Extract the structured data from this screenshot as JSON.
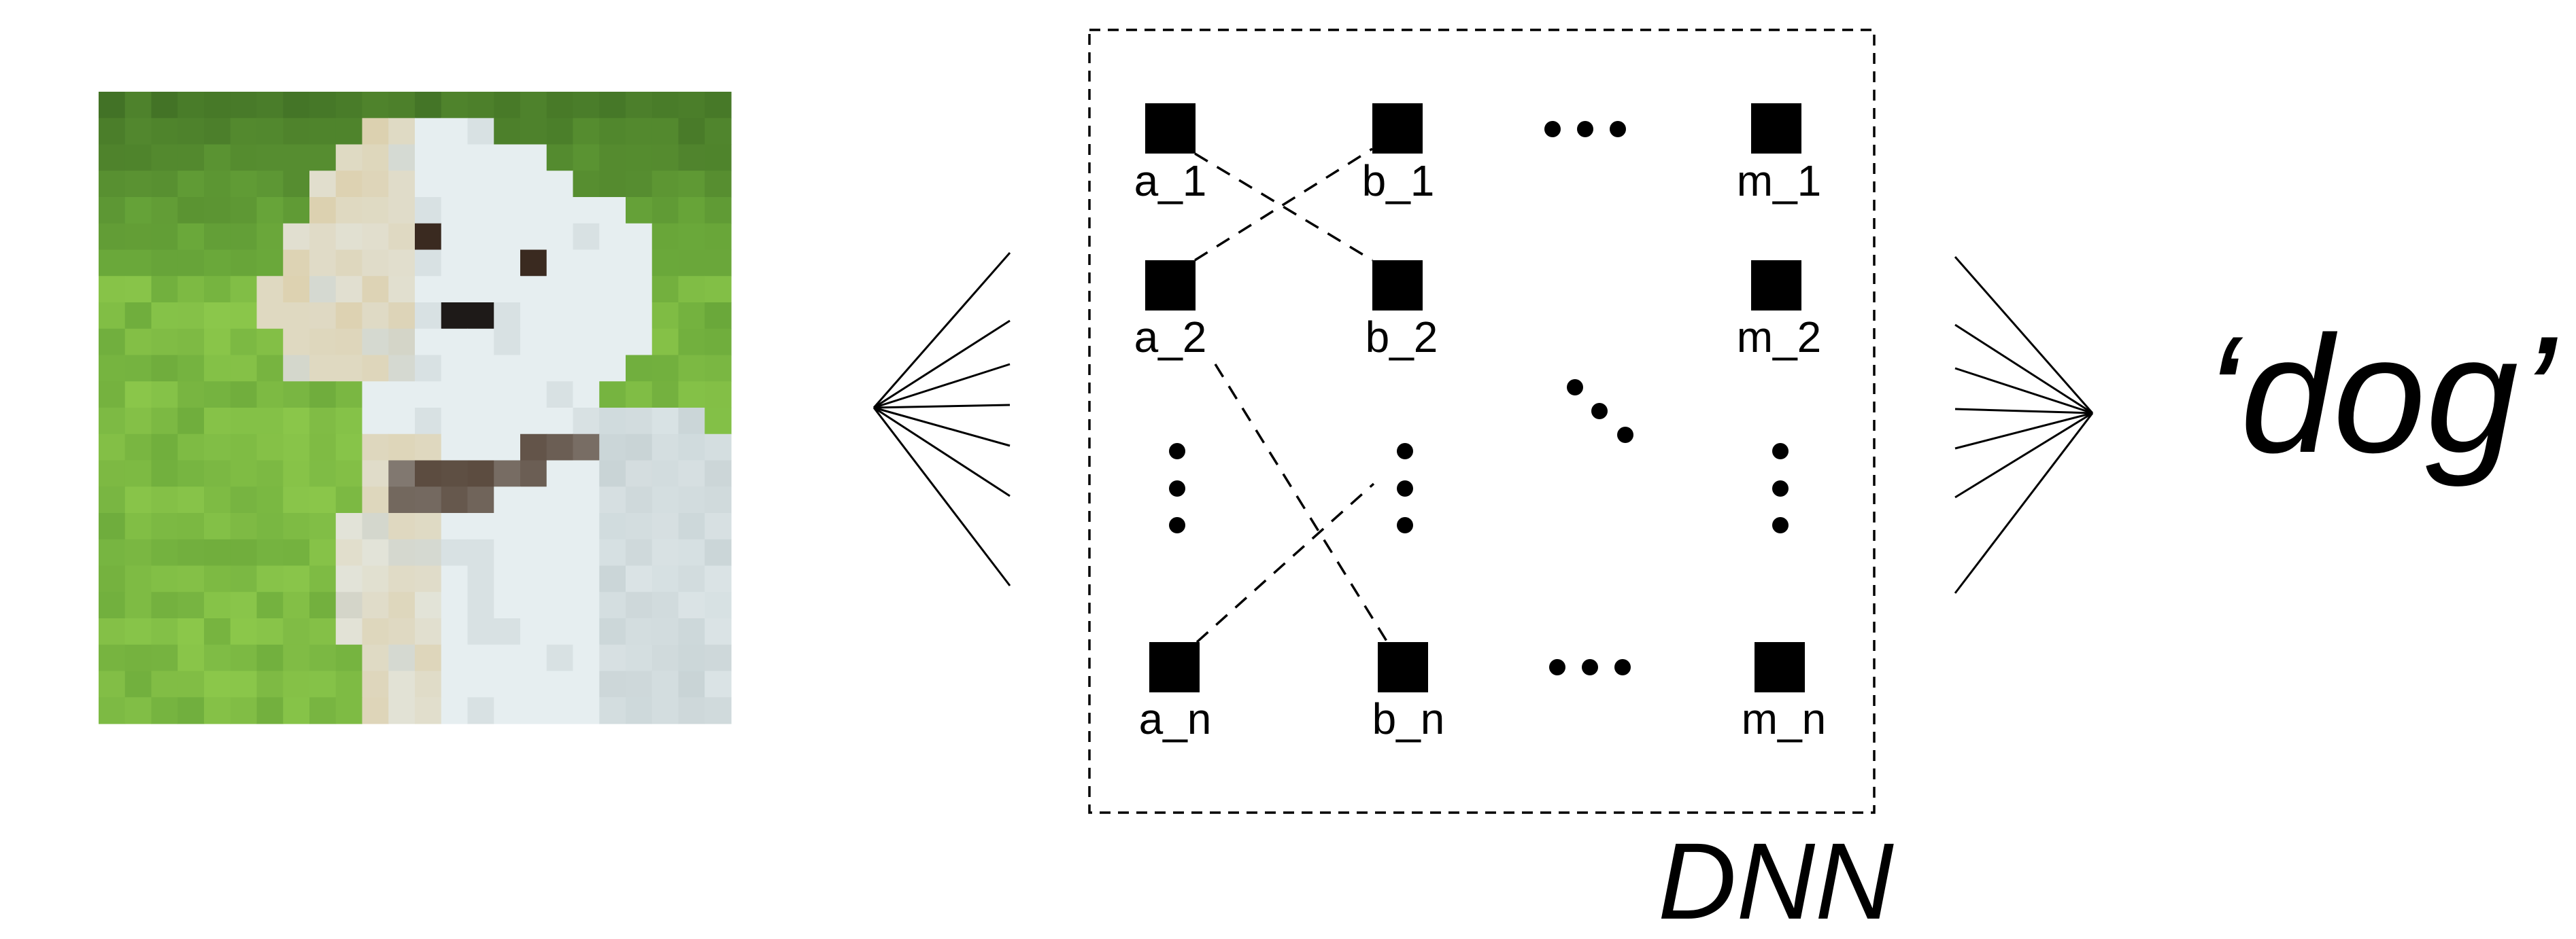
{
  "diagram": {
    "input_image": {
      "icon": "pixelated-dog-photo",
      "colors": {
        "grass_light": "#8cc84b",
        "grass_mid": "#6aa83a",
        "grass_dark": "#3f6e24",
        "fur_light": "#e6eef0",
        "fur_shadow": "#c9d4d6",
        "fur_warm": "#d9c79a",
        "eye": "#3a2a20",
        "nose": "#1e1a18",
        "collar": "#5a4a3e"
      }
    },
    "network": {
      "label": "DNN",
      "nodes": {
        "a_1": "a_1",
        "b_1": "b_1",
        "m_1": "m_1",
        "a_2": "a_2",
        "b_2": "b_2",
        "m_2": "m_2",
        "a_n": "a_n",
        "b_n": "b_n",
        "m_n": "m_n"
      }
    },
    "output": {
      "label": "‘dog’"
    }
  }
}
